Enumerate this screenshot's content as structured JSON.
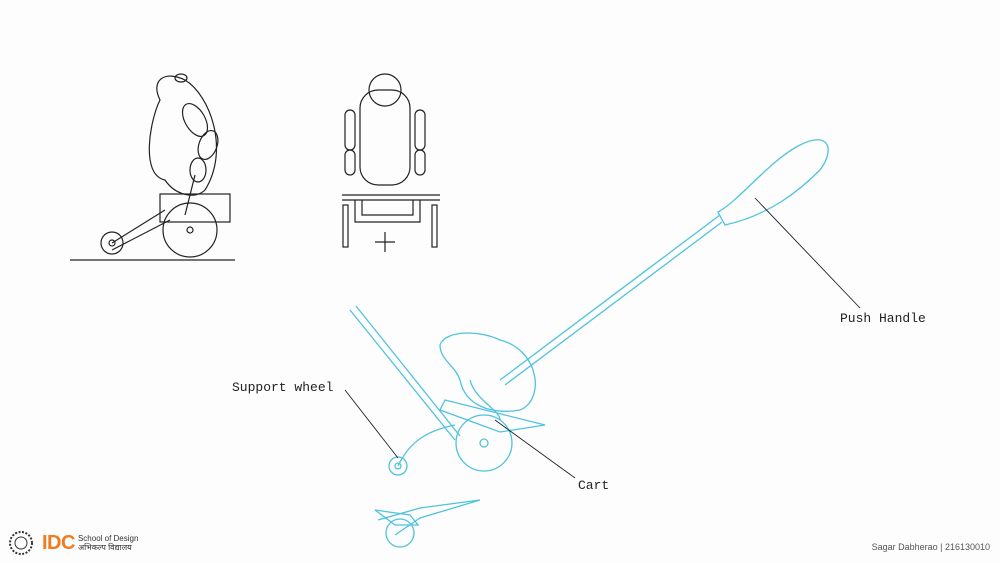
{
  "labels": {
    "push_handle": "Push Handle",
    "support_wheel": "Support wheel",
    "cart": "Cart"
  },
  "footer": {
    "logo_text": "IDC",
    "school": "School of Design",
    "school_hindi": "अभिकल्प विद्यालय",
    "author": "Sagar Dabherao | 216130010"
  },
  "colors": {
    "sketch_blue": "#4fc3dc",
    "ink": "#222222",
    "brand": "#f07c22"
  }
}
